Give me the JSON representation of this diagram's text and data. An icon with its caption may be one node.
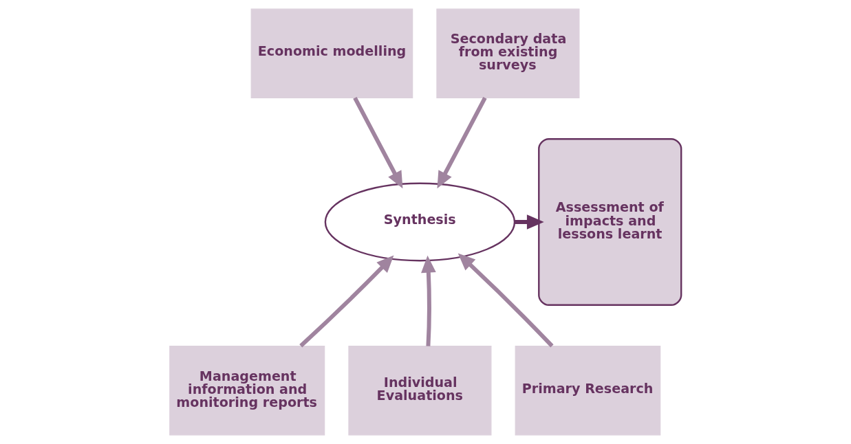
{
  "diagram": {
    "nodes": [
      {
        "text": [
          "Economic modelling"
        ]
      },
      {
        "text": [
          "Secondary data from existing surveys"
        ]
      },
      {
        "text": [
          "Synthesis"
        ]
      },
      {
        "text": [
          "Assessment of impacts and lessons learnt"
        ]
      },
      {
        "text": [
          "Management information and monitoring reports"
        ]
      },
      {
        "text": [
          "Individual Evaluations"
        ]
      },
      {
        "text": [
          "Primary Research"
        ]
      }
    ],
    "edges": [
      {
        "from": 0,
        "to": 2,
        "arrow": "to"
      },
      {
        "from": 1,
        "to": 2,
        "arrow": "to"
      },
      {
        "from": 4,
        "to": 2,
        "arrow": "to"
      },
      {
        "from": 5,
        "to": 2,
        "arrow": "to"
      },
      {
        "from": 6,
        "to": 2,
        "arrow": "to"
      },
      {
        "from": 2,
        "to": 3,
        "arrow": "to",
        "color": "#663360"
      }
    ]
  }
}
